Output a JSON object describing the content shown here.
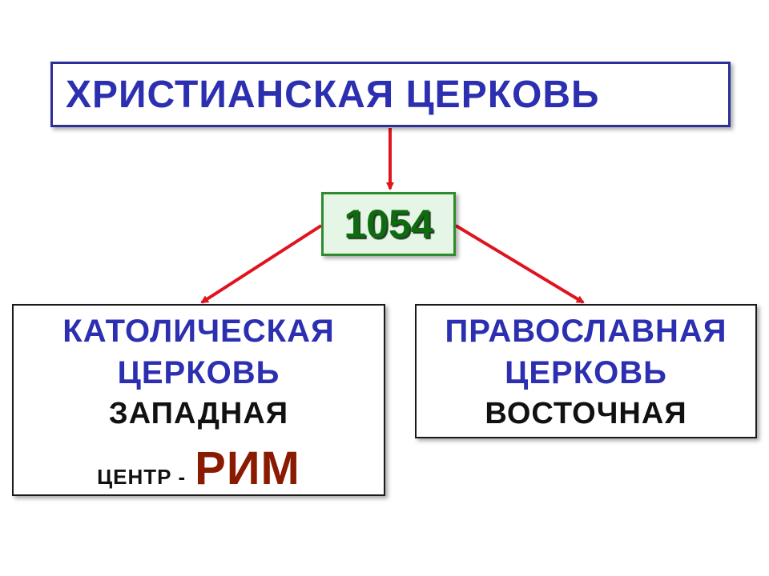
{
  "diagram": {
    "top": {
      "title": "ХРИСТИАНСКАЯ ЦЕРКОВЬ"
    },
    "split": {
      "year": "1054"
    },
    "left": {
      "line1": "КАТОЛИЧЕСКАЯ",
      "line2": "ЦЕРКОВЬ",
      "line3": "ЗАПАДНАЯ",
      "center_label": "ЦЕНТР",
      "dash": "-",
      "center_value": "РИМ"
    },
    "right": {
      "line1": "ПРАВОСЛАВНАЯ",
      "line2": "ЦЕРКОВЬ",
      "line3": "ВОСТОЧНАЯ"
    }
  },
  "colors": {
    "title_blue": "#2b2fb0",
    "arrow_red": "#e0141e",
    "year_green": "#0f6b0f",
    "year_bg": "#e6f6e6",
    "rome_brown": "#8a1a00",
    "text_black": "#111111"
  }
}
